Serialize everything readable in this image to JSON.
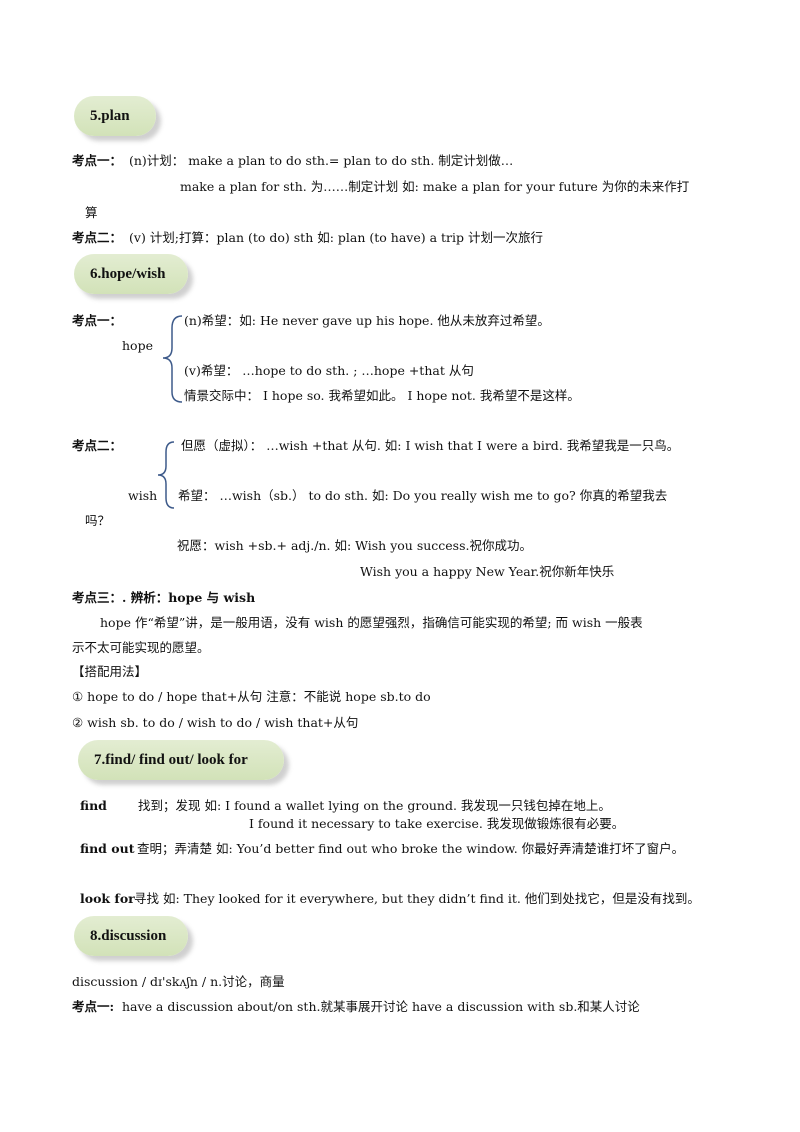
{
  "s5": {
    "heading": "5.plan",
    "k1_label": "考点一：",
    "k1_line1": "(n)计划：  make a plan to do sth.= plan to do sth.  制定计划做…",
    "k1_line2": "make a plan for sth.  为……制定计划    如: make a plan for your  future 为你的未来作打",
    "k1_line3": "算",
    "k2_label": "考点二：",
    "k2_line": "(v)  计划;打算：plan (to do) sth    如: plan (to have) a trip    计划一次旅行"
  },
  "s6": {
    "heading": "6.hope/wish",
    "k1_label": "考点一：",
    "hope_word": "hope",
    "hope_line1": "(n)希望：如:    He never gave up his hope.  他从未放弃过希望。",
    "hope_line2": "(v)希望：  …hope to do sth. ;      …hope +that 从句",
    "hope_line3": "情景交际中：   I hope so.    我希望如此。          I hope not.    我希望不是这样。",
    "k2_label": "考点二：",
    "wish_word": "wish",
    "wish_line1": "但愿（虚拟）：  …wish +that 从句.    如: I wish that I were a bird.    我希望我是一只鸟。",
    "wish_line2": "希望：     …wish（sb.）   to do sth.      如: Do you really wish me to go?  你真的希望我去",
    "wish_line2b": "吗？",
    "wish_line3": "祝愿：wish +sb.+ adj./n.  如:  Wish you success.祝你成功。",
    "wish_line4": "Wish you a happy New Year.祝你新年快乐",
    "k3_label": "考点三：. 辨析：hope 与 wish",
    "k3_para1": "hope 作“希望”讲，是一般用语，没有 wish 的愿望强烈，指确信可能实现的希望; 而 wish 一般表",
    "k3_para2": "示不太可能实现的愿望。",
    "usage_label": "【搭配用法】",
    "usage1": "①    hope to do  /  hope that+从句        注意：不能说 hope sb.to do",
    "usage2": "②    wish sb. to do  /   wish to do    /   wish that+从句"
  },
  "s7": {
    "heading": "7.find/  find out/ look for",
    "find_word": "find",
    "find_line1": "找到；发现    如: I found a wallet lying on the ground.  我发现一只钱包掉在地上。",
    "find_line2": "I found it necessary to take exercise.  我发现做锻炼很有必要。",
    "findout_word": "find out",
    "findout_line": "查明；弄清楚    如: You’d better find out who broke the window.     你最好弄清楚谁打坏了窗户。",
    "lookfor_word": "look for",
    "lookfor_line": "寻找  如: They looked for it everywhere, but they didn’t find it.     他们到处找它，但是没有找到。"
  },
  "s8": {
    "heading": "8.discussion",
    "line1": "discussion / dɪ'skʌʃn / n.讨论，商量",
    "k1_label": "考点一:",
    "k1_line": " have a discussion about/on sth.就某事展开讨论     have a discussion with sb.和某人讨论"
  }
}
